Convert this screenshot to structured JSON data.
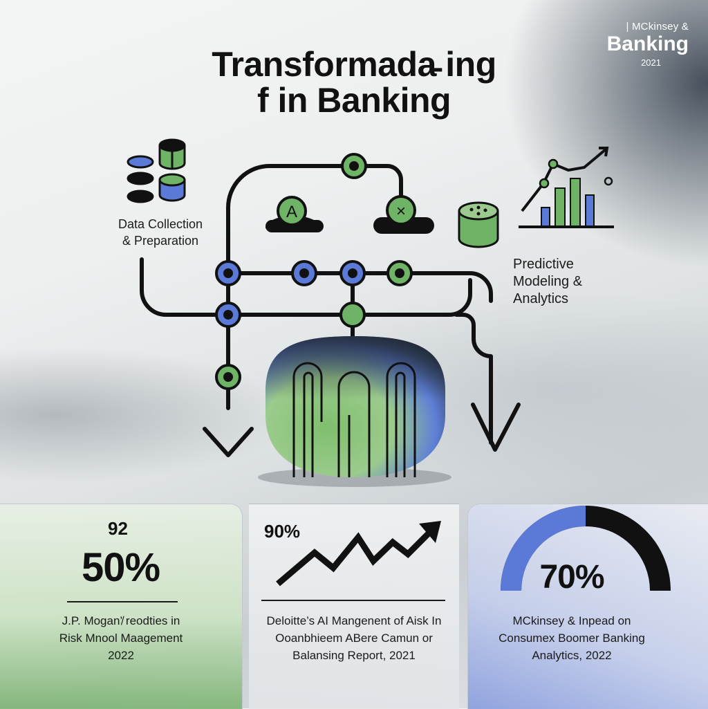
{
  "brand": {
    "sup": "| MCkinsey &",
    "main": "Banking",
    "year": "2021"
  },
  "title": {
    "line1": "Transformada̵ ing",
    "line2": "f in Banking"
  },
  "labels": {
    "data_collection_line1": "Data Collection",
    "data_collection_line2": "& Preparation",
    "predictive_line1": "Predictive",
    "predictive_line2": "Modeling &",
    "predictive_line3": "Analytics"
  },
  "nodes": {
    "node_a_letter": "A",
    "node_x_symbol": "×"
  },
  "colors": {
    "green": "#6fb466",
    "blue": "#5b79d6",
    "ink": "#111111",
    "green_card": "#9cc98f",
    "blue_card": "#9fb1e6"
  },
  "stats": {
    "card1": {
      "small": "92",
      "big": "50%",
      "text_line1": "J.P. Mogan’̸ reodties in",
      "text_line2": "Risk Mnool Maagement",
      "text_line3": "2022"
    },
    "card2": {
      "small": "90%",
      "trend": "rising",
      "text_line1": "Deloitte’s AI Mangenent of Aisk In",
      "text_line2": "Ooanbhieem ABere Camun or",
      "text_line3": "Balansing Report, 2021"
    },
    "card3": {
      "big": "70%",
      "gauge_fraction": 0.7,
      "text_line1": "MCkinsey & Inpead on",
      "text_line2": "Consumex Boomer Banking",
      "text_line3": "Analytics, 2022"
    }
  }
}
